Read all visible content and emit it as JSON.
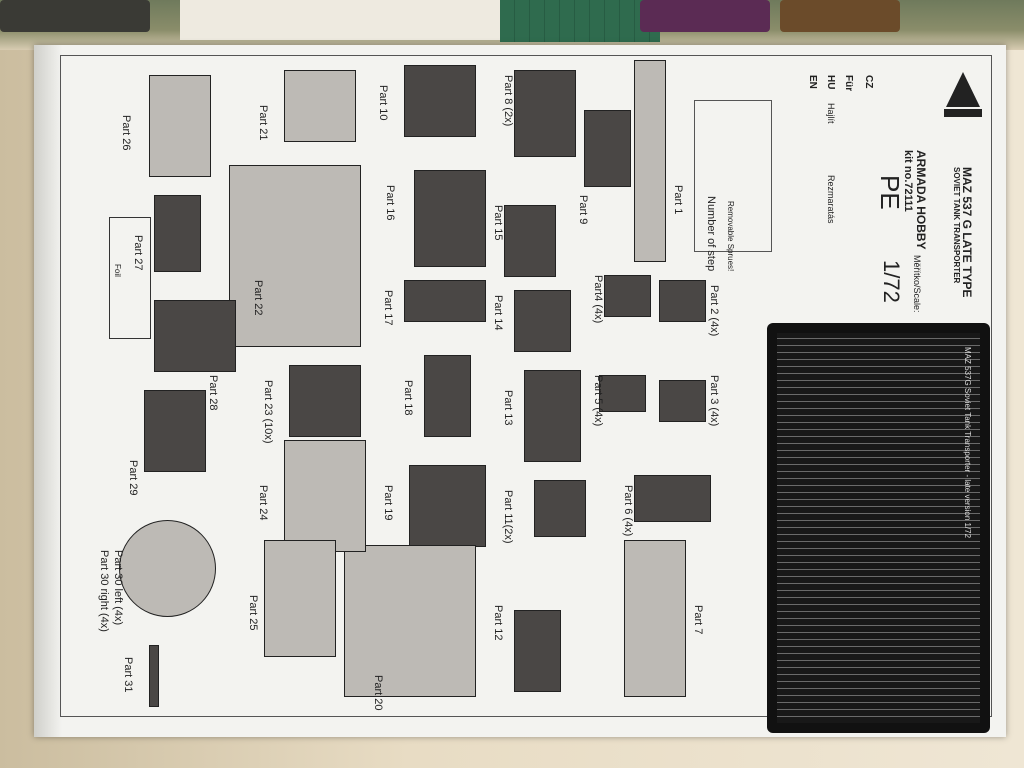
{
  "sheet": {
    "brand": "ARMADA HOBBY",
    "kit_no": "kit no.72111",
    "title": "MAZ 537 G LATE TYPE",
    "subtitle": "SOVIET TANK TRANSPORTER",
    "pe": "PE",
    "scale": "1/72",
    "scale_label": "Měřítko/Scale:",
    "lang_cz": "CZ",
    "lang_de": "Für",
    "lang_hu": "HU",
    "lang_en": "EN",
    "hu_bend": "Hajlít",
    "hu_cut": "Rezmaratás",
    "removable": "Removable Sprues!",
    "number_of_step": "Number of step",
    "foil": "Foil",
    "pe_caption": "MAZ 537G Soviet Tank Transporter - late version 1/72"
  },
  "parts": [
    {
      "label": "Part 1"
    },
    {
      "label": "Part 2 (4x)"
    },
    {
      "label": "Part 3 (4x)"
    },
    {
      "label": "Part4 (4x)"
    },
    {
      "label": "Part 5 (4x)"
    },
    {
      "label": "Part 6 (4x)"
    },
    {
      "label": "Part 7"
    },
    {
      "label": "Part 8 (2x)"
    },
    {
      "label": "Part 9"
    },
    {
      "label": "Part 10"
    },
    {
      "label": "Part 11(2x)"
    },
    {
      "label": "Part 12"
    },
    {
      "label": "Part 13"
    },
    {
      "label": "Part 14"
    },
    {
      "label": "Part 15"
    },
    {
      "label": "Part 16"
    },
    {
      "label": "Part 17"
    },
    {
      "label": "Part 18"
    },
    {
      "label": "Part 19"
    },
    {
      "label": "Part 20"
    },
    {
      "label": "Part 21"
    },
    {
      "label": "Part 22"
    },
    {
      "label": "Part 23 (10x)"
    },
    {
      "label": "Part 24"
    },
    {
      "label": "Part 25"
    },
    {
      "label": "Part 26"
    },
    {
      "label": "Part 27"
    },
    {
      "label": "Part 28"
    },
    {
      "label": "Part 29"
    },
    {
      "label": "Part 30 left (4x)"
    },
    {
      "label": "Part 30 right (4x)"
    },
    {
      "label": "Part 31"
    }
  ]
}
